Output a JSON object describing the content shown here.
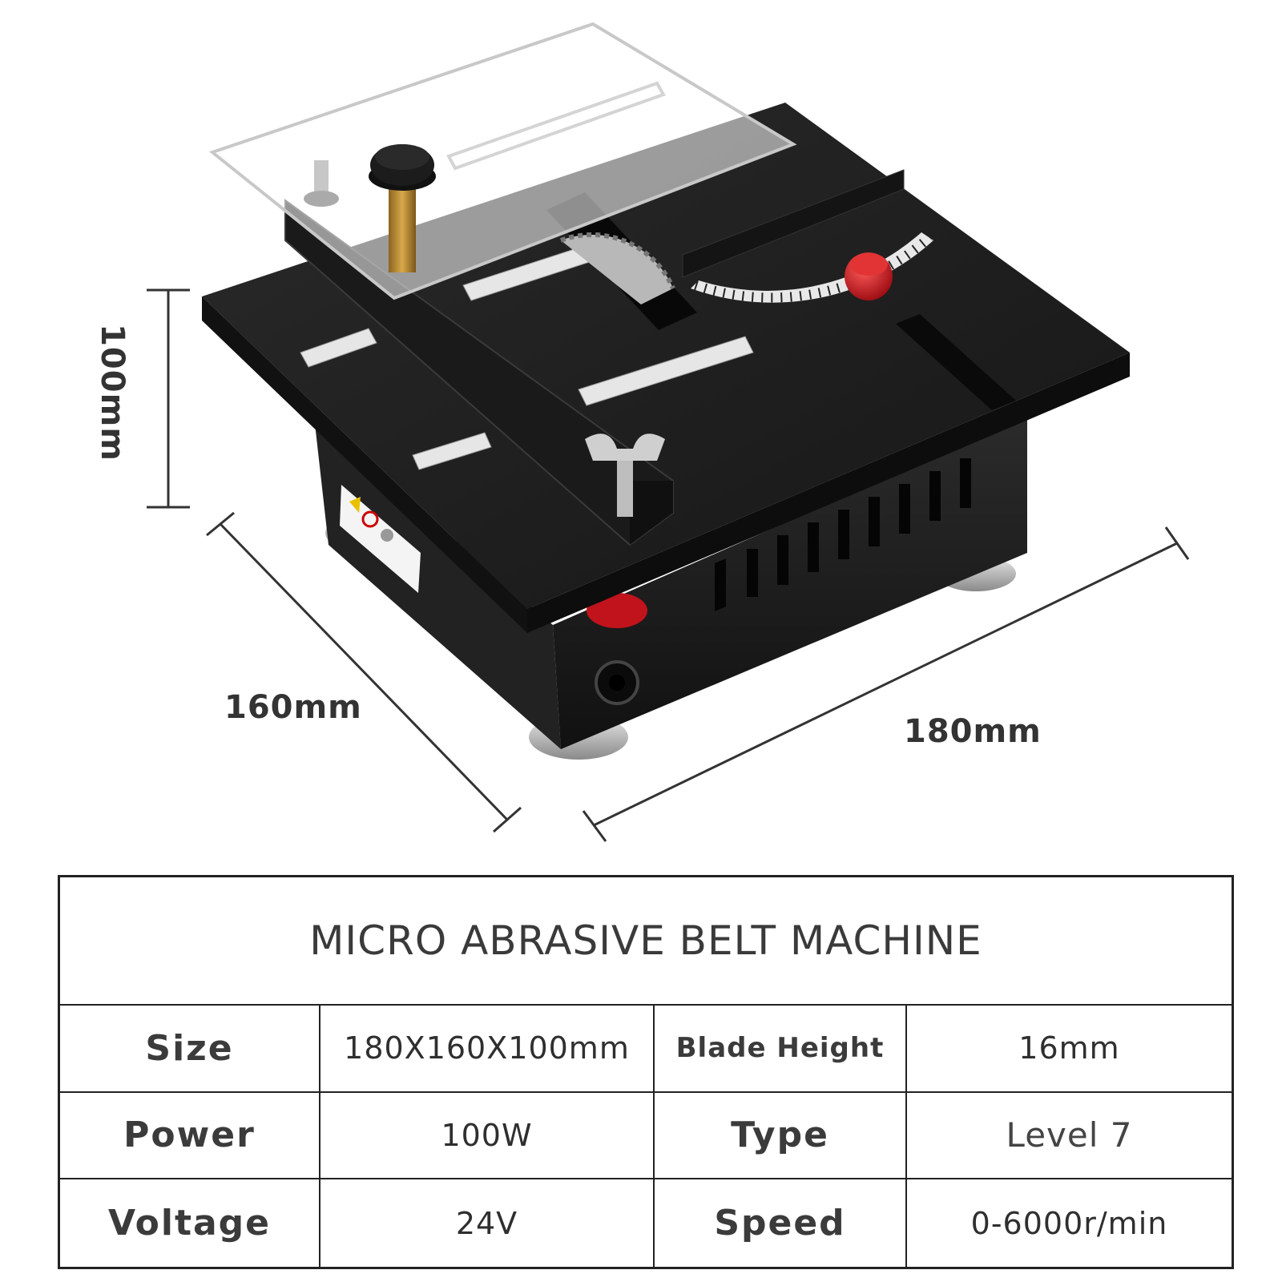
{
  "dimensions": {
    "height": "100mm",
    "depth": "160mm",
    "width": "180mm"
  },
  "table": {
    "title": "MICRO ABRASIVE BELT MACHINE",
    "rows": [
      {
        "label1": "Size",
        "value1": "180X160X100mm",
        "label2": "Blade Height",
        "value2": "16mm"
      },
      {
        "label1": "Power",
        "value1": "100W",
        "label2": "Type",
        "value2": "Level 7"
      },
      {
        "label1": "Voltage",
        "value1": "24V",
        "label2": "Speed",
        "value2": "0-6000r/min"
      }
    ]
  },
  "colors": {
    "body": "#1c1c1c",
    "accent_red": "#c0131b",
    "brass": "#b8892e",
    "line": "#333333"
  },
  "icons": [
    "saw-blade-icon",
    "angle-protractor-icon",
    "warning-label-icon",
    "wing-nut-icon",
    "knob-icon"
  ]
}
